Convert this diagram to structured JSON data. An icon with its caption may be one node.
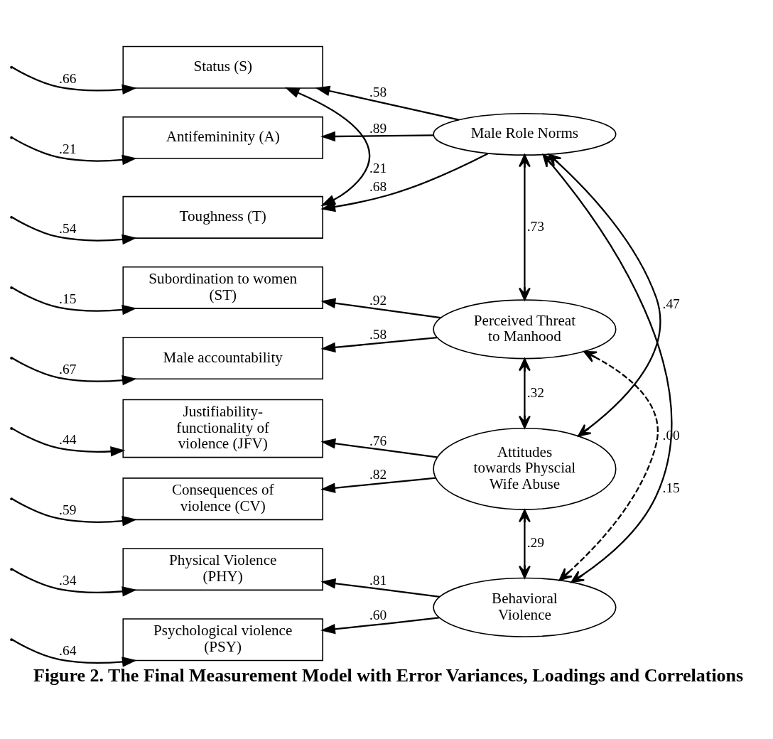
{
  "diagram": {
    "title": "Figure 2. The Final Measurement Model with Error Variances, Loadings and Correlations",
    "nodes": [
      {
        "text": [
          "Status (S)"
        ]
      },
      {
        "text": [
          "Antifemininity (A)"
        ]
      },
      {
        "text": [
          "Toughness (T)"
        ]
      },
      {
        "text": [
          "Subordination to women (ST)"
        ]
      },
      {
        "text": [
          "Male accountability"
        ]
      },
      {
        "text": [
          "Justifiability-functionality of violence (JFV)"
        ]
      },
      {
        "text": [
          "Consequences of violence (CV)"
        ]
      },
      {
        "text": [
          "Physical Violence (PHY)"
        ]
      },
      {
        "text": [
          "Psychological violence (PSY)"
        ]
      },
      {
        "text": [
          "Male Role Norms"
        ]
      },
      {
        "text": [
          "Perceived Threat to Manhood"
        ]
      },
      {
        "text": [
          "Attitudes towards Physcial Wife Abuse"
        ]
      },
      {
        "text": [
          "Behavioral Violence"
        ]
      }
    ],
    "edges": [
      {
        "from": null,
        "to": 0,
        "arrow": "to",
        "label": ".66"
      },
      {
        "from": null,
        "to": 1,
        "arrow": "to",
        "label": ".21"
      },
      {
        "from": null,
        "to": 2,
        "arrow": "to",
        "label": ".54"
      },
      {
        "from": null,
        "to": 3,
        "arrow": "to",
        "label": ".15"
      },
      {
        "from": null,
        "to": 4,
        "arrow": "to",
        "label": ".67"
      },
      {
        "from": null,
        "to": 5,
        "arrow": "to",
        "label": ".44"
      },
      {
        "from": null,
        "to": 6,
        "arrow": "to",
        "label": ".59"
      },
      {
        "from": null,
        "to": 7,
        "arrow": "to",
        "label": ".34"
      },
      {
        "from": null,
        "to": 8,
        "arrow": "to",
        "label": ".64"
      },
      {
        "from": 0,
        "to": 2,
        "arrow": "both",
        "label": ".21"
      },
      {
        "from": 9,
        "to": 0,
        "arrow": "to",
        "label": ".58"
      },
      {
        "from": 9,
        "to": 1,
        "arrow": "to",
        "label": ".89"
      },
      {
        "from": 9,
        "to": 2,
        "arrow": "to",
        "label": ".68"
      },
      {
        "from": 10,
        "to": 3,
        "arrow": "to",
        "label": ".92"
      },
      {
        "from": 10,
        "to": 4,
        "arrow": "to",
        "label": ".58"
      },
      {
        "from": 11,
        "to": 5,
        "arrow": "to",
        "label": ".76"
      },
      {
        "from": 11,
        "to": 6,
        "arrow": "to",
        "label": ".82"
      },
      {
        "from": 12,
        "to": 7,
        "arrow": "to",
        "label": ".81"
      },
      {
        "from": 12,
        "to": 8,
        "arrow": "to",
        "label": ".60"
      },
      {
        "from": 9,
        "to": 10,
        "arrow": "both",
        "label": ".73"
      },
      {
        "from": 9,
        "to": 11,
        "arrow": "both",
        "label": ".47"
      },
      {
        "from": 9,
        "to": 12,
        "arrow": "both",
        "label": ".15"
      },
      {
        "from": 10,
        "to": 11,
        "arrow": "both",
        "label": ".32"
      },
      {
        "from": 10,
        "to": 12,
        "arrow": "both",
        "label": ".00",
        "style": "dashed"
      },
      {
        "from": 11,
        "to": 12,
        "arrow": "both",
        "label": ".29"
      }
    ]
  }
}
